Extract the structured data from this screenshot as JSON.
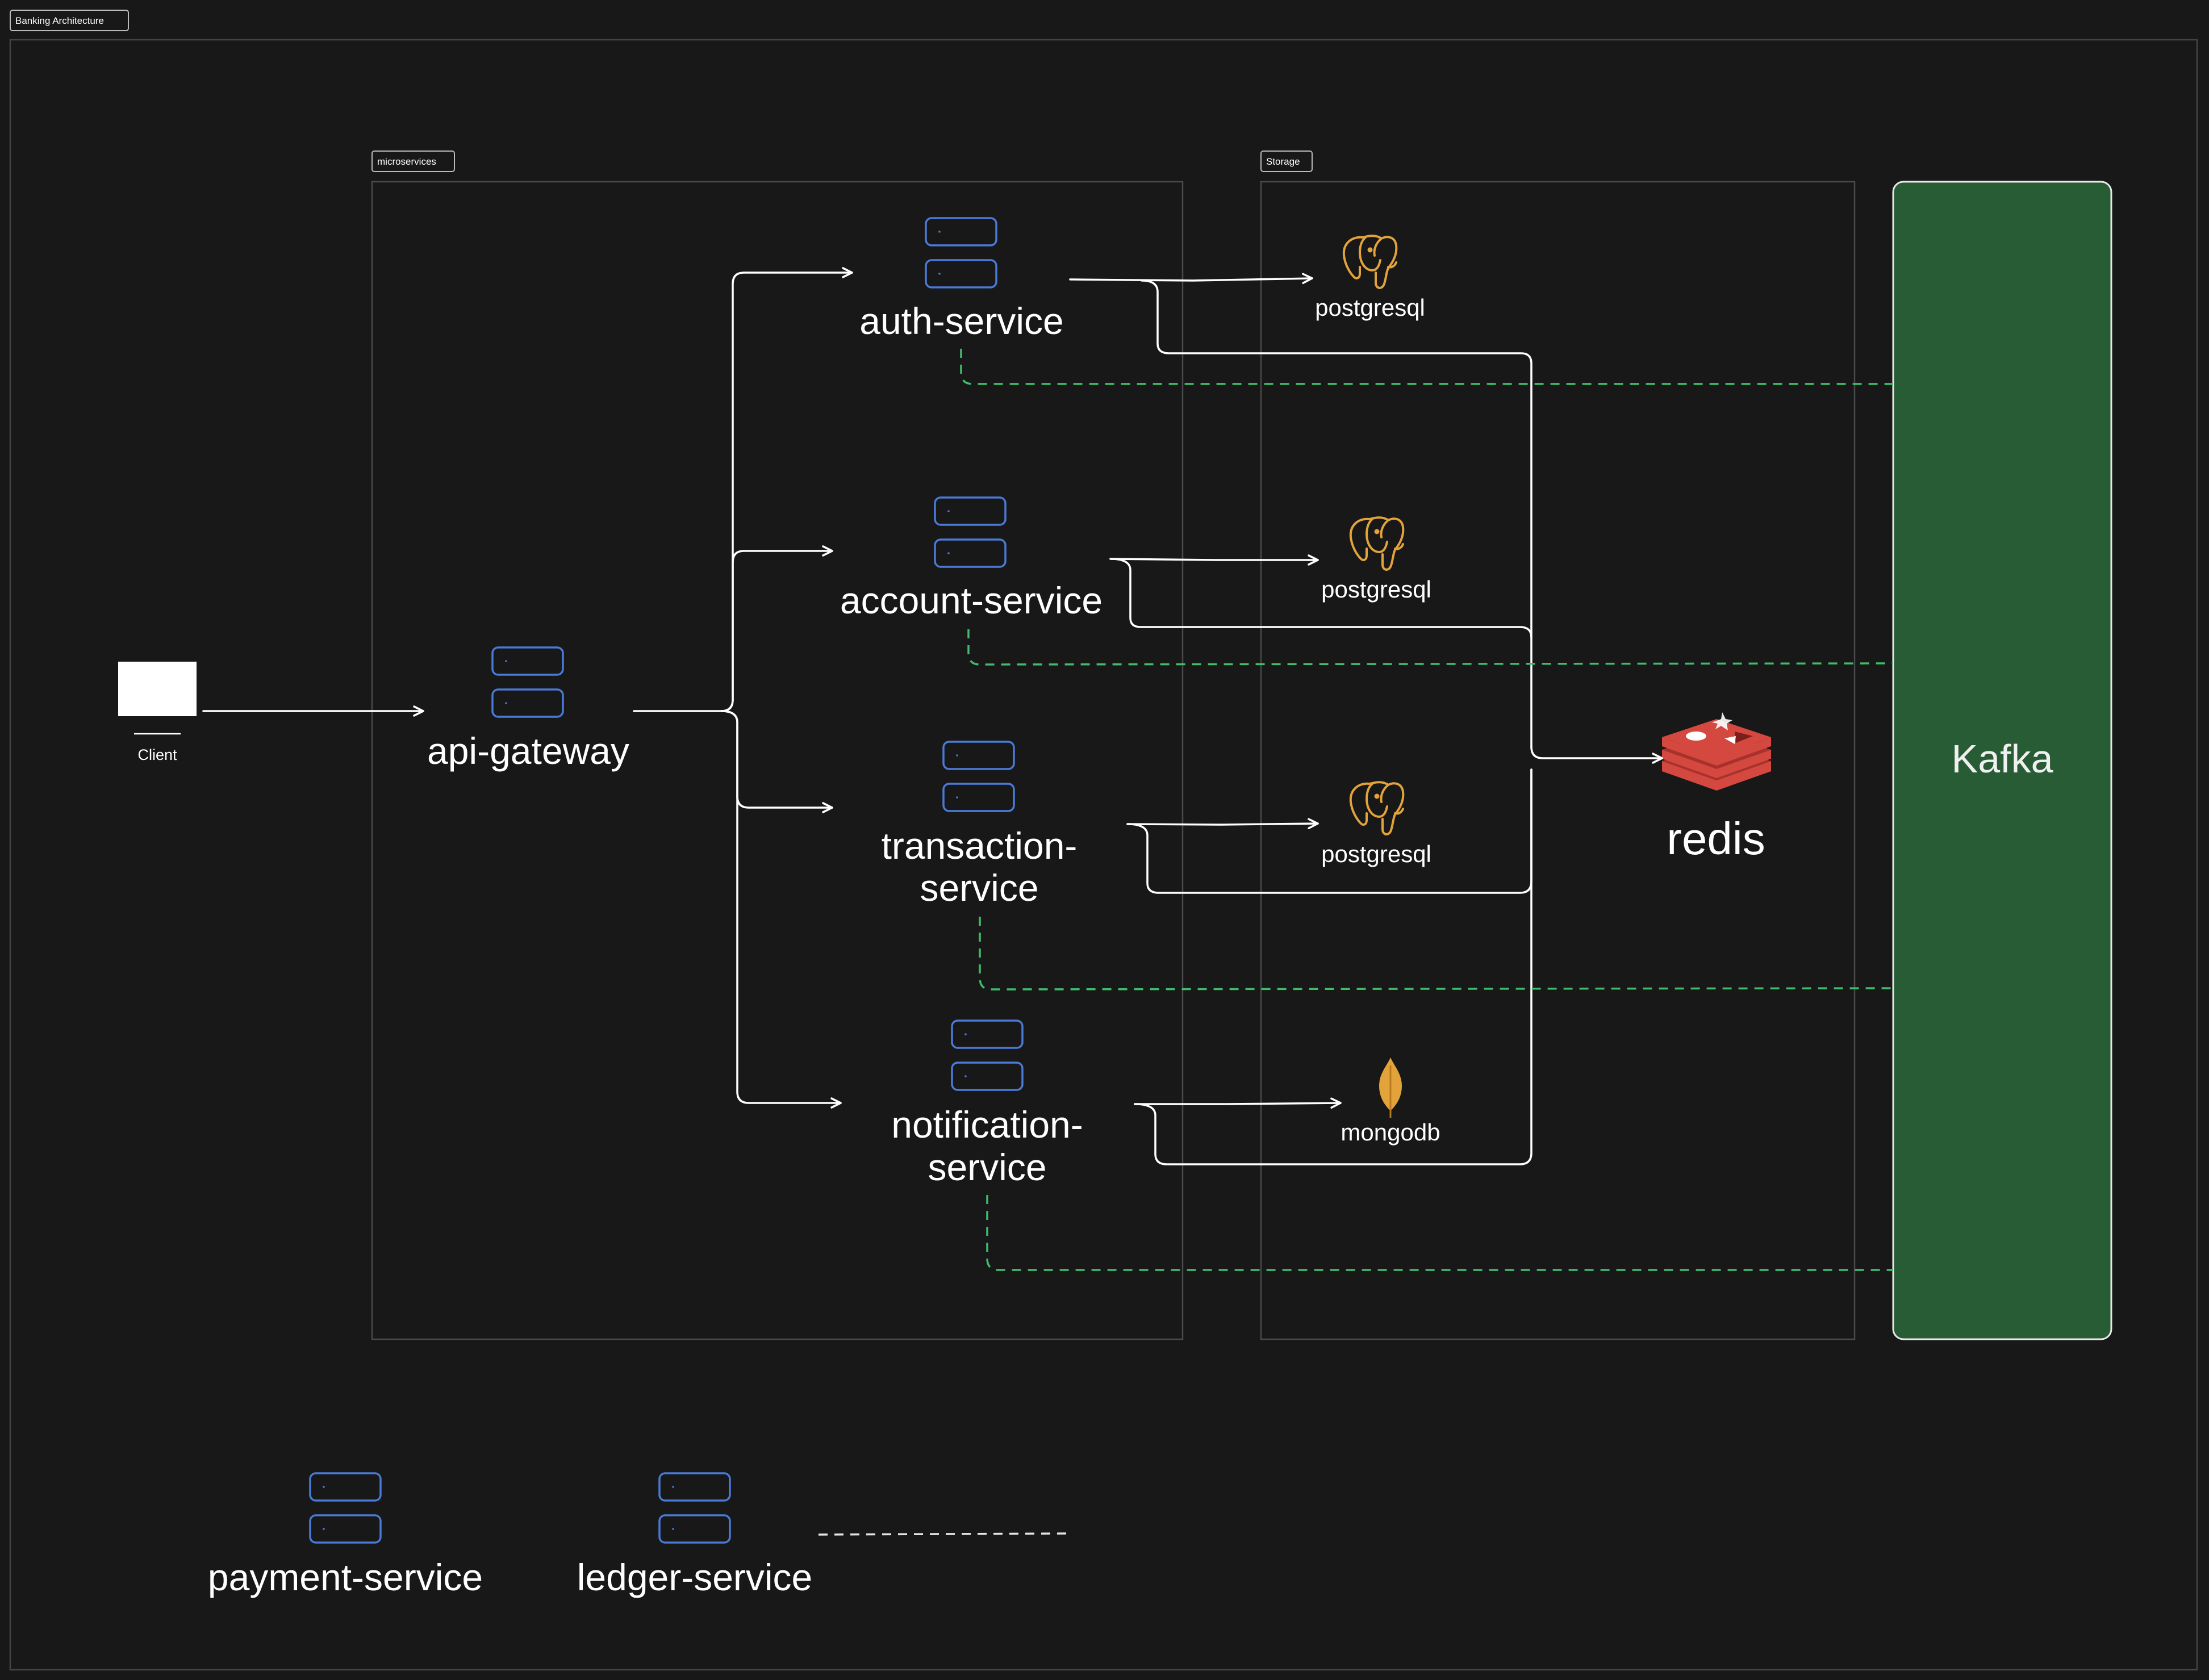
{
  "frames": {
    "main_label": "Banking Architecture",
    "microservices_label": "microservices",
    "storage_label": "Storage"
  },
  "client": {
    "label": "Client"
  },
  "services": {
    "api_gateway": "api-gateway",
    "auth": "auth-service",
    "account": "account-service",
    "transaction_line1": "transaction-",
    "transaction_line2": "service",
    "notification_line1": "notification-",
    "notification_line2": "service",
    "payment": "payment-service",
    "ledger": "ledger-service"
  },
  "storage": {
    "db_auth": "postgresql",
    "db_account": "postgresql",
    "db_transaction": "postgresql",
    "db_notification": "mongodb",
    "cache": "redis"
  },
  "broker": {
    "label": "Kafka"
  },
  "colors": {
    "background": "#181818",
    "kafka_fill": "#275c35",
    "server_outline": "#4a7ad8",
    "event_dashed_line": "#3fbd6a",
    "postgres_icon": "#e3a33b",
    "mongodb_icon": "#e3a33b",
    "redis_icon": "#d4483f"
  },
  "icons": {
    "service": "server-stack-icon",
    "postgresql": "postgresql-elephant-icon",
    "mongodb": "mongodb-leaf-icon",
    "redis": "redis-stack-icon",
    "client": "client-device-icon"
  }
}
